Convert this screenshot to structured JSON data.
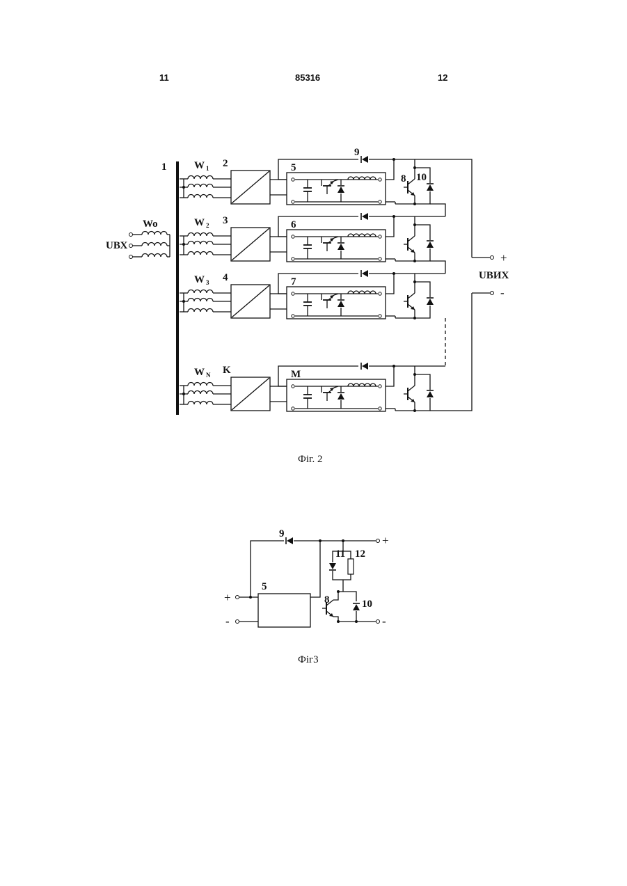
{
  "header": {
    "page_left": "11",
    "patent_number": "85316",
    "page_right": "12"
  },
  "fig2": {
    "caption": "Фіг. 2",
    "bus_label": "1",
    "primary": {
      "label": "Wo",
      "input_label": "UВХ"
    },
    "windings": [
      {
        "w": "W",
        "sub": "1",
        "conv": "2",
        "reg": "5"
      },
      {
        "w": "W",
        "sub": "2",
        "conv": "3",
        "reg": "6"
      },
      {
        "w": "W",
        "sub": "3",
        "conv": "4",
        "reg": "7"
      },
      {
        "w": "W",
        "sub": "N",
        "conv": "K",
        "reg": "M"
      }
    ],
    "diode_label": "9",
    "transistor_label": "8",
    "diode10_label": "10",
    "output_label": "UВИХ",
    "plus": "+",
    "minus": "-"
  },
  "fig3": {
    "caption": "Фіг3",
    "block_label": "5",
    "diode_label": "9",
    "transistor_label": "8",
    "diode10_label": "10",
    "diode11_label": "11",
    "resistor_label": "12",
    "plus": "+",
    "minus": "-"
  }
}
